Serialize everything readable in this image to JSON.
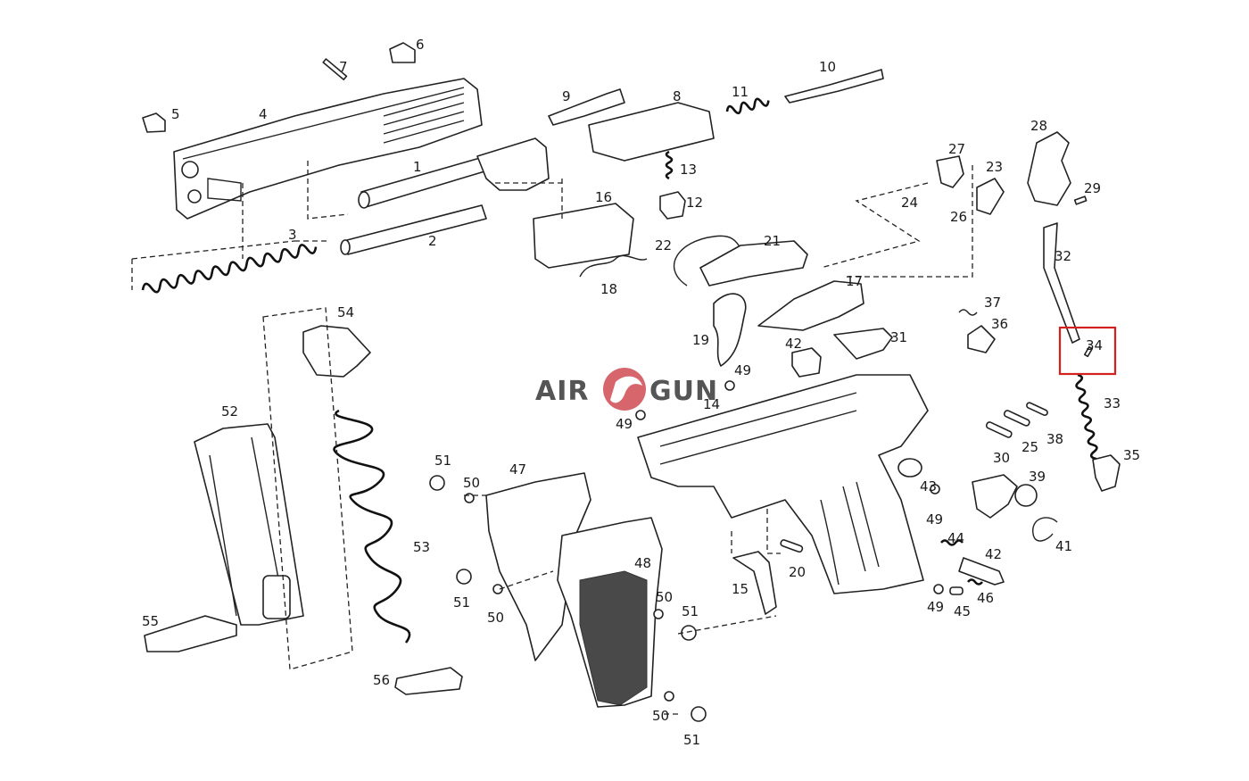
{
  "watermark": {
    "left": "AIR",
    "right": "GUN",
    "logo_color": "#c8333a"
  },
  "highlight": {
    "part": "34",
    "color": "#d62020"
  },
  "labels": {
    "p1": "1",
    "p2": "2",
    "p3": "3",
    "p4": "4",
    "p5": "5",
    "p6": "6",
    "p7": "7",
    "p8": "8",
    "p9": "9",
    "p10": "10",
    "p11": "11",
    "p12": "12",
    "p13": "13",
    "p14": "14",
    "p15": "15",
    "p16": "16",
    "p17": "17",
    "p18": "18",
    "p19": "19",
    "p20": "20",
    "p21": "21",
    "p22": "22",
    "p23": "23",
    "p24": "24",
    "p25": "25",
    "p26": "26",
    "p27": "27",
    "p28": "28",
    "p29": "29",
    "p30": "30",
    "p31": "31",
    "p32": "32",
    "p33": "33",
    "p34": "34",
    "p35": "35",
    "p36": "36",
    "p37": "37",
    "p38": "38",
    "p39": "39",
    "p41": "41",
    "p42": "42",
    "p43": "43",
    "p44": "44",
    "p45": "45",
    "p46": "46",
    "p47": "47",
    "p48": "48",
    "p49": "49",
    "p50": "50",
    "p51": "51",
    "p52": "52",
    "p53": "53",
    "p54": "54",
    "p55": "55",
    "p56": "56"
  }
}
